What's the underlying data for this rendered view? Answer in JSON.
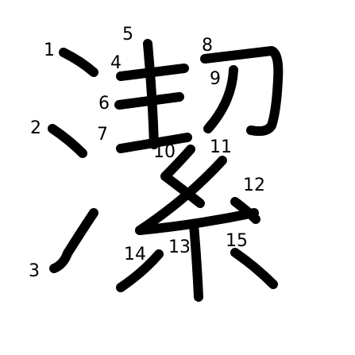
{
  "character": "潔",
  "stroke_count": 15,
  "stroke_numbers": [
    "1",
    "2",
    "3",
    "4",
    "5",
    "6",
    "7",
    "8",
    "9",
    "10",
    "11",
    "12",
    "13",
    "14",
    "15"
  ],
  "colors": {
    "background": "#ffffff",
    "ink": "#000000"
  }
}
